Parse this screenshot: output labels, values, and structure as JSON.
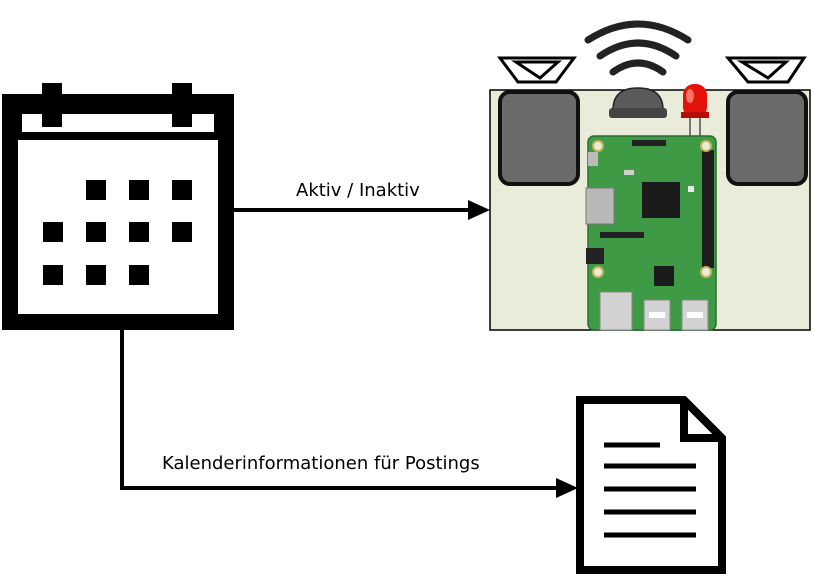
{
  "nodes": {
    "calendar": {
      "icon": "calendar-icon"
    },
    "device": {
      "icon": "raspberry-pi-with-speakers-sensor-led"
    },
    "document": {
      "icon": "document-icon"
    }
  },
  "edges": {
    "to_device": {
      "label": "Aktiv / Inaktiv",
      "from": "calendar",
      "to": "device"
    },
    "to_document": {
      "label": "Kalenderinformationen für Postings",
      "from": "calendar",
      "to": "document"
    }
  },
  "colors": {
    "stroke": "#000000",
    "board_panel": "#e8ecd9",
    "pcb": "#3f9a45",
    "speaker": "#6b6b6b",
    "led": "#e3120b"
  }
}
